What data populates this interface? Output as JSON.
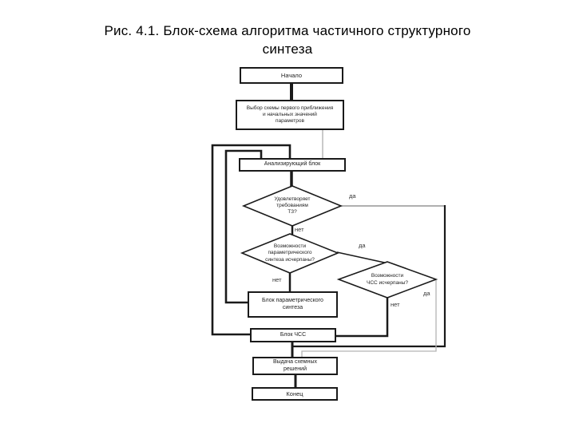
{
  "title": "Рис. 4.1. Блок-схема алгоритма частичного структурного\nсинтеза",
  "labels": {
    "yes": "да",
    "no": "нет"
  },
  "nodes": {
    "start": {
      "label": "Начало"
    },
    "first_approx": {
      "label": "Выбор схемы первого приближения\nи начальных значений\nпараметров"
    },
    "analyzer": {
      "label": "Анализирующий блок"
    },
    "meets_requirements": {
      "label": "Удовлетворяет\nтребованиям\nТЗ?"
    },
    "param_exhausted": {
      "label": "Возможности\nпараметрического\nсинтеза исчерпаны?"
    },
    "chss_exhausted": {
      "label": "Возможности\nЧСС исчерпаны?"
    },
    "param_synthesis": {
      "label": "Блок параметрического\nсинтеза"
    },
    "chss_block": {
      "label": "Блок ЧСС"
    },
    "output": {
      "label": "Выдача схемных\nрешений"
    },
    "end": {
      "label": "Конец"
    }
  },
  "colors": {
    "line_dark": "#1a1a1a",
    "line_gray": "#b3b3b3",
    "box_border": "#1a1a1a"
  }
}
